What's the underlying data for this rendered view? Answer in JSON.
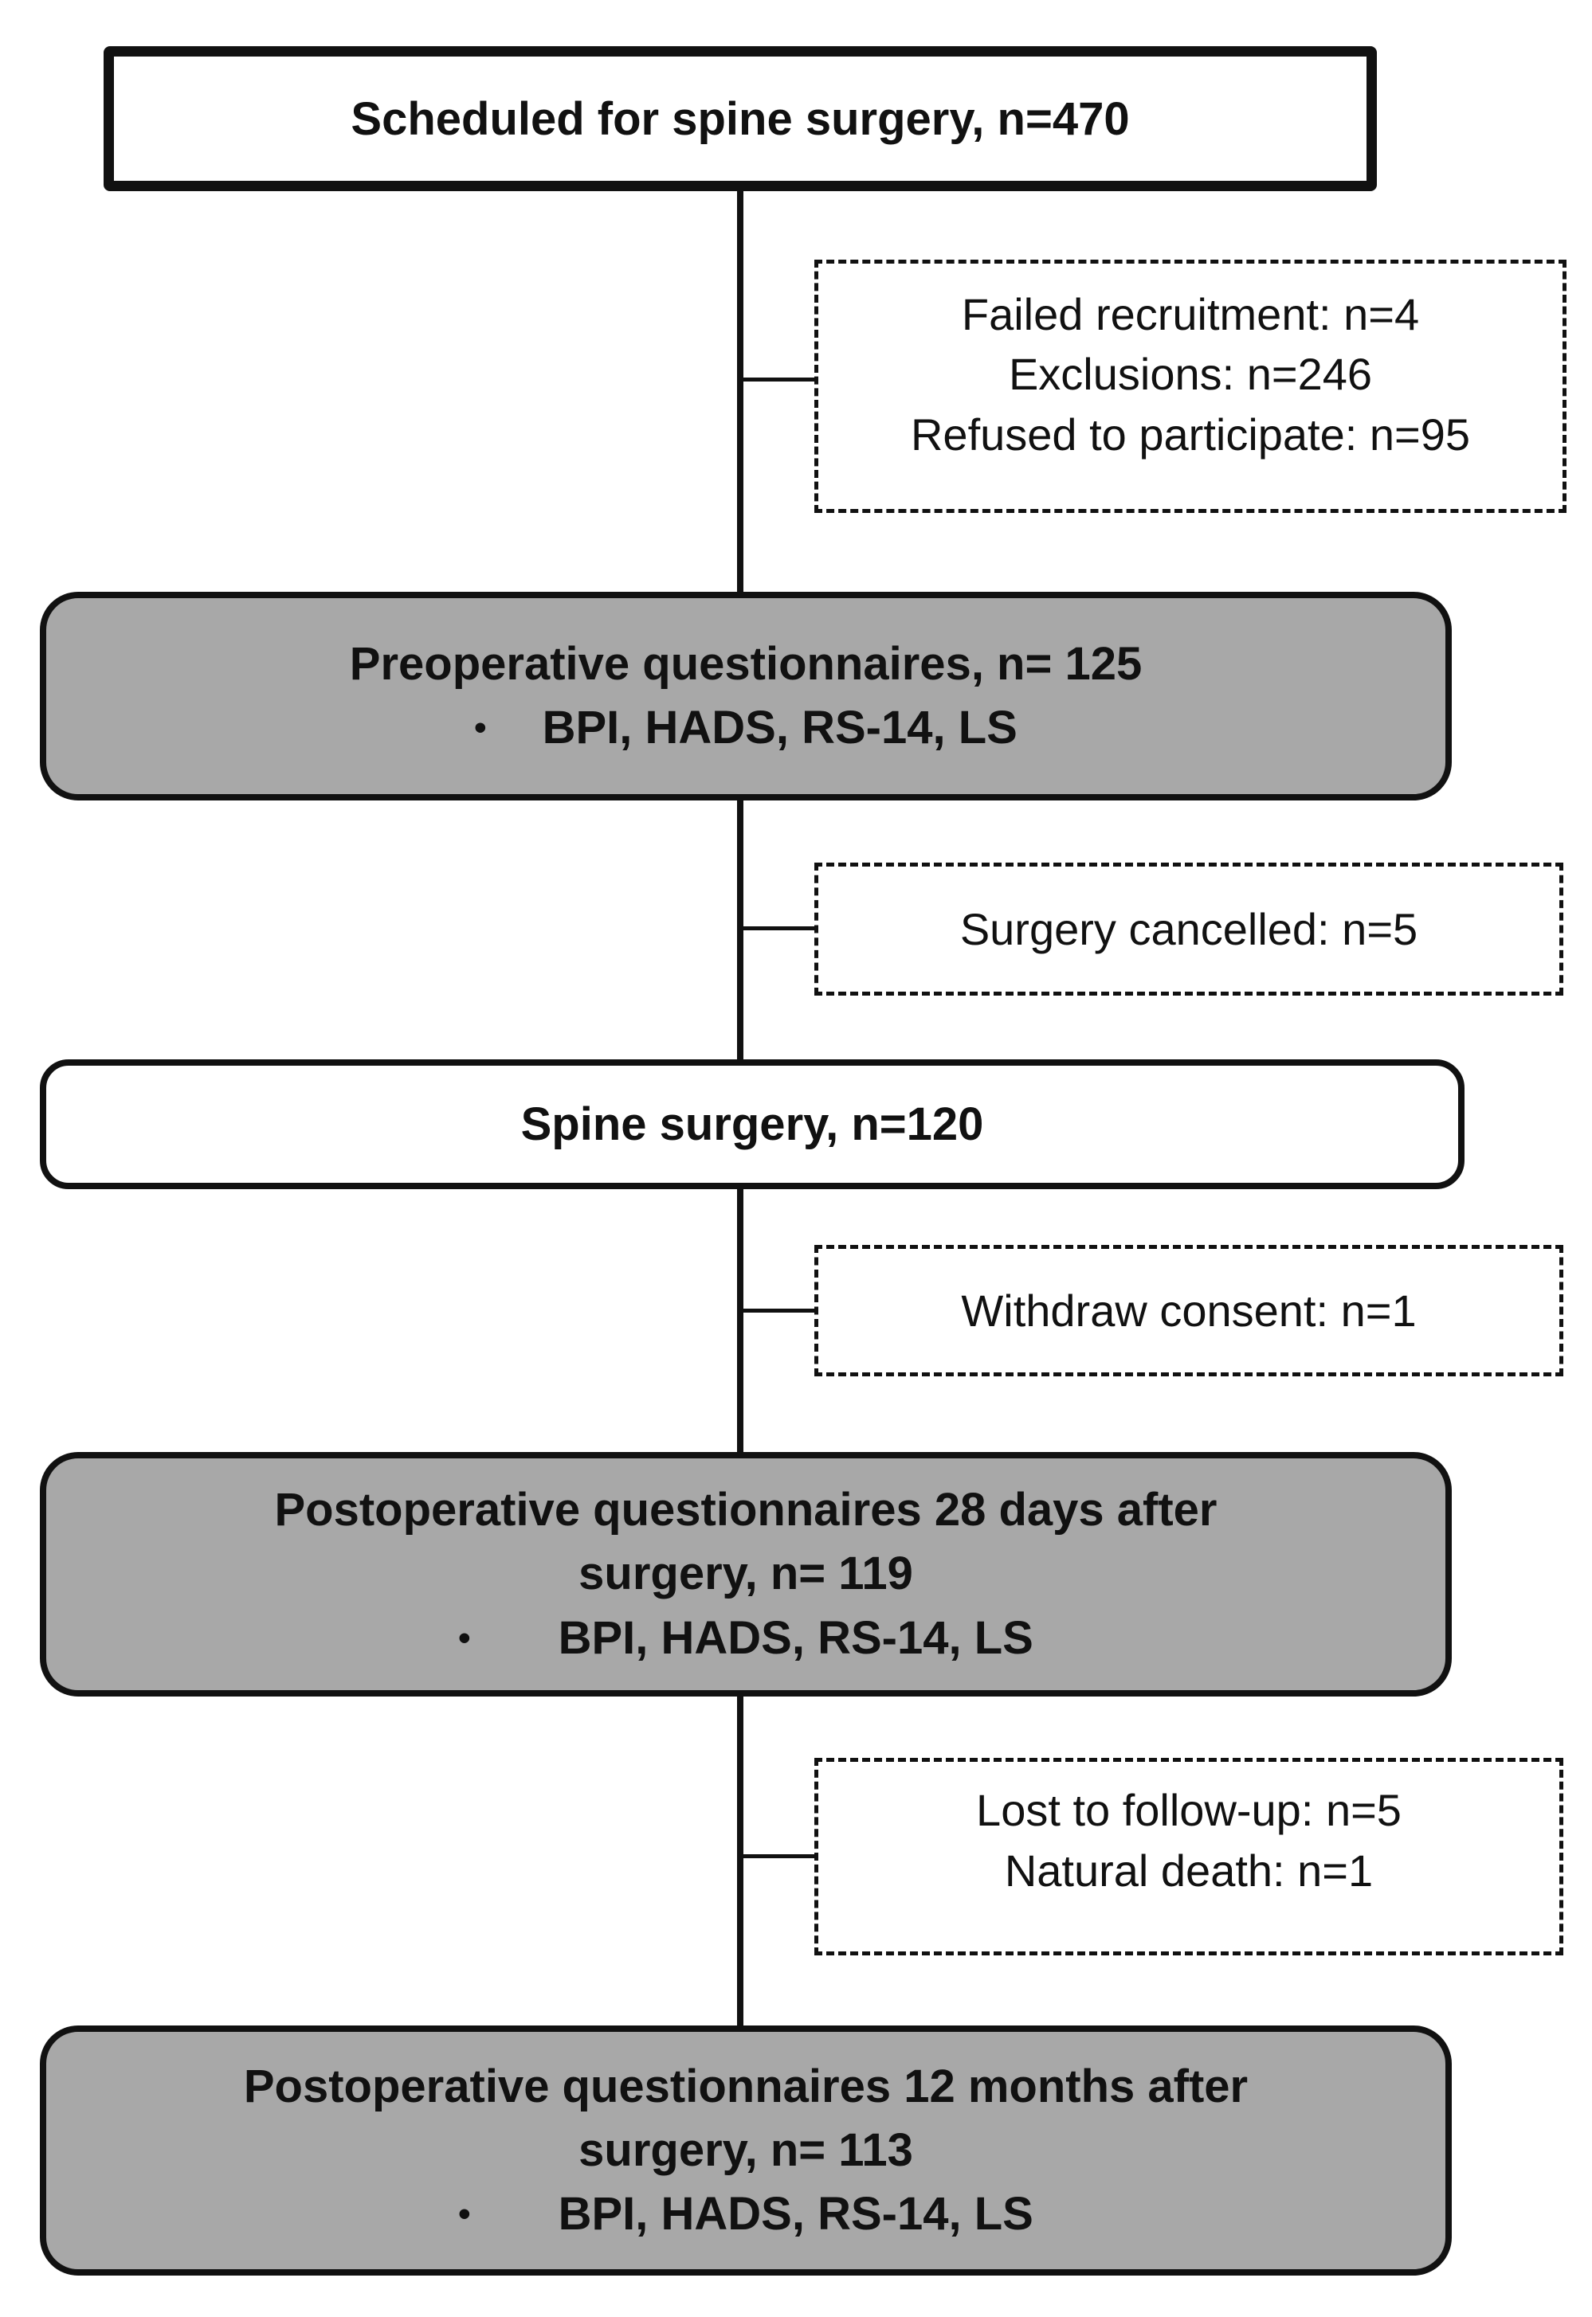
{
  "diagram_type": "patient-flow-chart",
  "colors": {
    "background": "#ffffff",
    "line": "#111111",
    "gray_box_fill": "#a8a8a8",
    "white_box_fill": "#ffffff",
    "border": "#111111"
  },
  "glyphs": {
    "bullet": "•"
  },
  "flow": {
    "scheduled": {
      "label": "Scheduled for spine surgery, n=470"
    },
    "dropout1": {
      "line1": "Failed recruitment: n=4",
      "line2": "Exclusions: n=246",
      "line3": "Refused to participate: n=95"
    },
    "preop": {
      "title": "Preoperative questionnaires, n= 125",
      "bullet_text": "BPI, HADS, RS-14, LS"
    },
    "dropout2": {
      "line1": "Surgery cancelled: n=5"
    },
    "surgery": {
      "label": "Spine surgery, n=120"
    },
    "dropout3": {
      "line1": "Withdraw consent: n=1"
    },
    "postop28": {
      "title_line1": "Postoperative questionnaires 28 days after",
      "title_line2": "surgery, n= 119",
      "bullet_text": "BPI, HADS, RS-14, LS"
    },
    "dropout4": {
      "line1": "Lost to follow-up: n=5",
      "line2": "Natural death: n=1"
    },
    "postop12": {
      "title_line1": "Postoperative questionnaires 12 months after",
      "title_line2": "surgery, n= 113",
      "bullet_text": "BPI, HADS, RS-14, LS"
    }
  }
}
